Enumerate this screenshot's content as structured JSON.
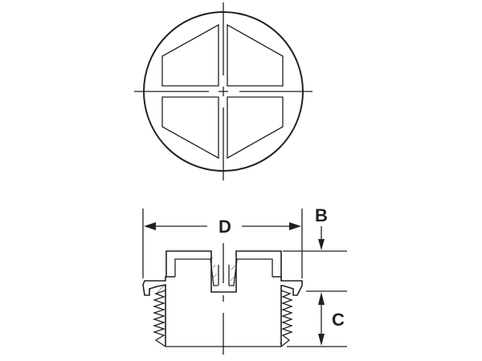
{
  "diagram": {
    "type": "technical-drawing",
    "subject": "threaded cap / plug with cross-ribbed top",
    "views": {
      "top_view": {
        "description": "circular top view with four ribbed segments and centerlines"
      },
      "section_view": {
        "description": "cross-section side view with threads and flange"
      }
    },
    "dimensions": {
      "D": {
        "label": "D",
        "meaning": "flange diameter"
      },
      "B": {
        "label": "B",
        "meaning": "head height above flange"
      },
      "C": {
        "label": "C",
        "meaning": "threaded length"
      }
    },
    "colors": {
      "line": "#231f20",
      "background": "#ffffff"
    }
  }
}
